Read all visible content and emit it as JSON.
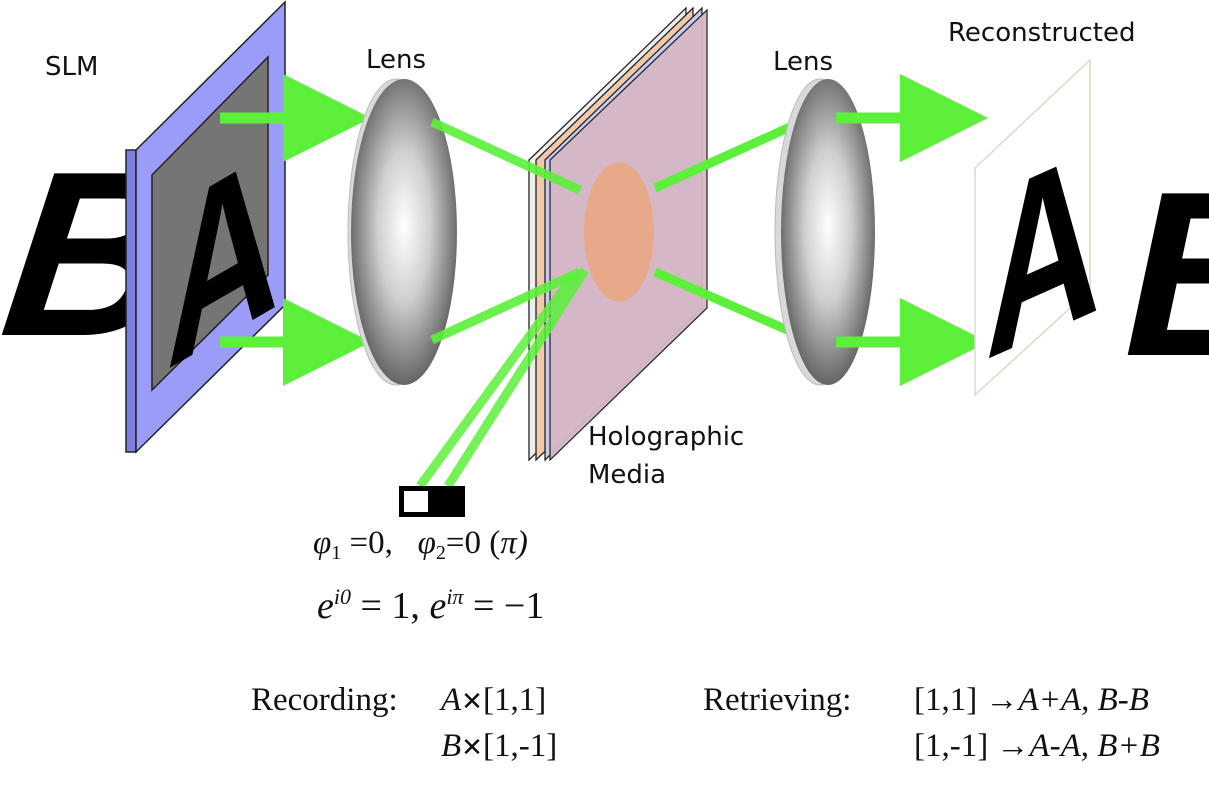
{
  "labels": {
    "slm": "SLM",
    "lens_left": "Lens",
    "lens_right": "Lens",
    "reconstructed": "Reconstructed",
    "holographic_line1": "Holographic",
    "holographic_line2": "Media"
  },
  "letters": {
    "b_left": "B",
    "a_slm": "A",
    "a_reconstructed": "A",
    "b_right": "B"
  },
  "phase": {
    "phi1_symbol": "φ",
    "phi1_sub": "1",
    "phi1_value": "=0,",
    "phi2_symbol": "φ",
    "phi2_sub": "2",
    "phi2_value": "=0 (",
    "phi2_pi": "π",
    "phi2_close": ")"
  },
  "euler": {
    "e1": "e",
    "e1_exp": "i0",
    "e1_rhs": " = 1, ",
    "e2": "e",
    "e2_exp": "iπ",
    "e2_rhs": " = −1"
  },
  "recording": {
    "label": "Recording:",
    "row1_var": "A",
    "row1_op": "✕",
    "row1_vec": "[1,1]",
    "row2_var": "B",
    "row2_op": "✕",
    "row2_vec": "[1,-1]"
  },
  "retrieving": {
    "label": "Retrieving:",
    "row1_vec": "[1,1] →",
    "row1_a": "A+A",
    "row1_sep": ", ",
    "row1_b": "B-B",
    "row2_vec": "[1,-1] →",
    "row2_a": "A-A",
    "row2_sep": ", ",
    "row2_b": "B+B"
  },
  "colors": {
    "beam": "#5cf03a",
    "slm_frame": "#9b9cf7",
    "slm_inner": "#757575",
    "media_pink": "#d6b8c6",
    "media_spot": "#e8a98a",
    "media_peach": "#f2c9a8",
    "media_blue": "#c9cbf2"
  }
}
